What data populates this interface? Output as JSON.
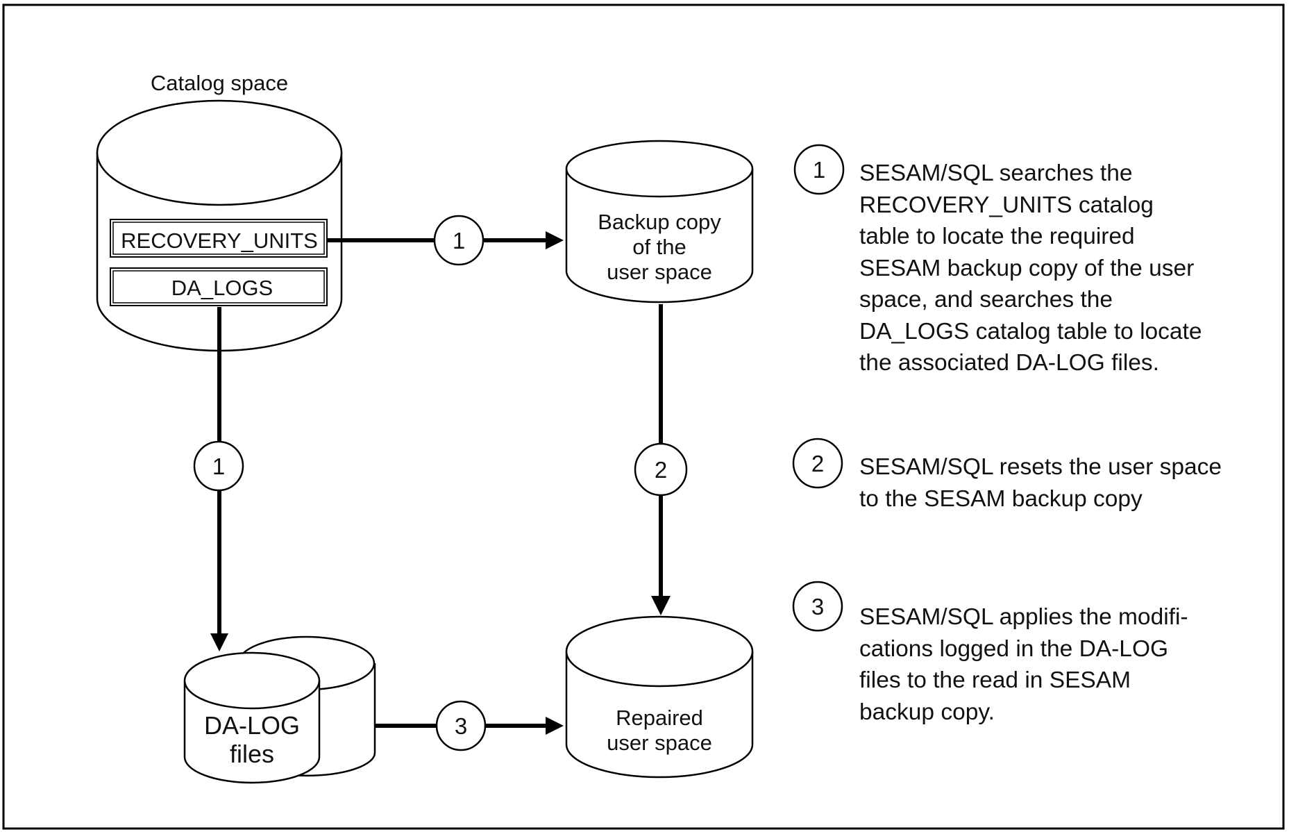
{
  "diagram": {
    "nodes": {
      "catalog_space": {
        "title": "Catalog space",
        "tables": {
          "recovery_units": "RECOVERY_UNITS",
          "da_logs": "DA_LOGS"
        }
      },
      "backup_copy": {
        "line1": "Backup copy",
        "line2": "of the",
        "line3": "user space"
      },
      "da_log_files": {
        "line1": "DA-LOG",
        "line2": "files"
      },
      "repaired_space": {
        "line1": "Repaired",
        "line2": "user space"
      }
    },
    "edges": {
      "catalog_to_backup": "1",
      "catalog_to_dalog": "1",
      "backup_to_repaired": "2",
      "dalog_to_repaired": "3"
    }
  },
  "legend": [
    {
      "step": "1",
      "text": "SESAM/SQL searches the\nRECOVERY_UNITS catalog\ntable to locate the required\nSESAM backup copy of the user\nspace, and searches the\nDA_LOGS catalog table to locate\nthe associated DA-LOG files."
    },
    {
      "step": "2",
      "text": "SESAM/SQL resets the user space\nto the SESAM backup copy"
    },
    {
      "step": "3",
      "text": "SESAM/SQL applies the modifi-\ncations logged in the DA-LOG\nfiles to the read in SESAM\nbackup copy."
    }
  ]
}
